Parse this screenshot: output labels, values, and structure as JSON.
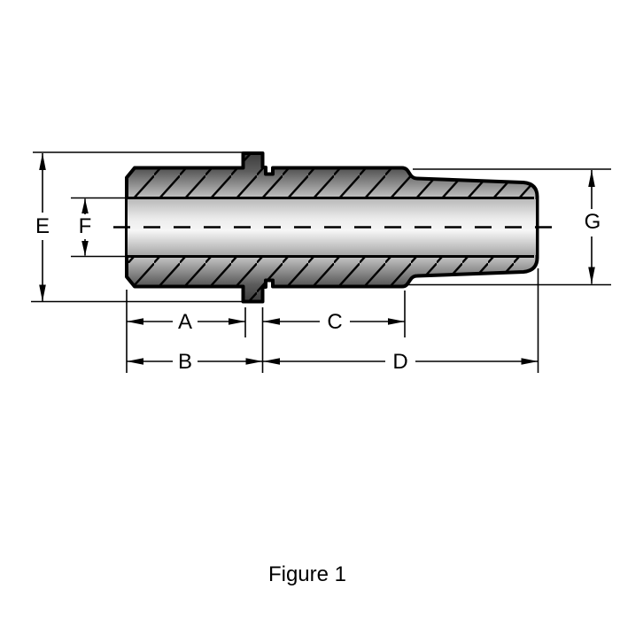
{
  "caption": "Figure 1",
  "dimension_labels": {
    "a": "A",
    "b": "B",
    "c": "C",
    "d": "D",
    "e": "E",
    "f": "F",
    "g": "G"
  },
  "colors": {
    "outline": "#000000",
    "background": "#ffffff",
    "metal_dark": "#3c3c3c",
    "metal_light": "#e0e0e0",
    "bore_highlight": "#f6f6f6",
    "bore_shadow": "#a2a2a2"
  }
}
